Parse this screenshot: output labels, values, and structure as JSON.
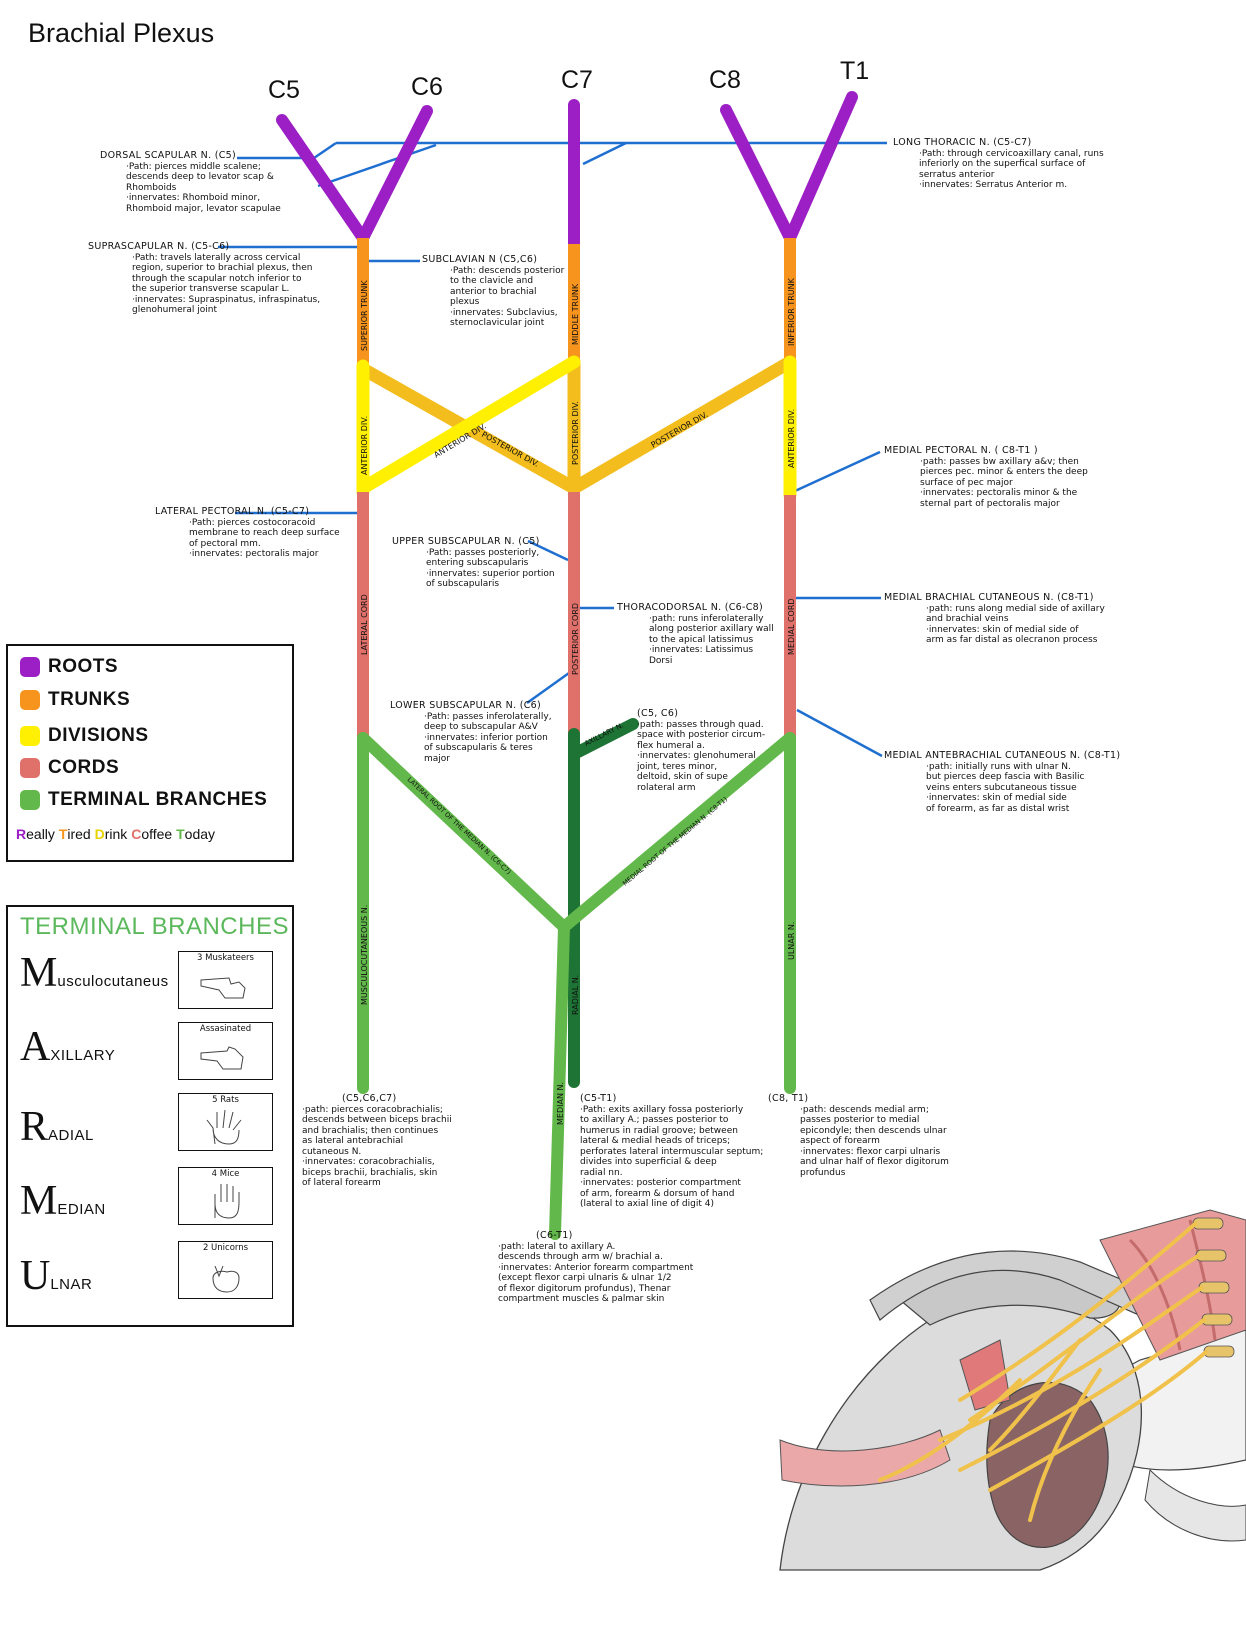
{
  "title": "Brachial Plexus",
  "roots": [
    "C5",
    "C6",
    "C7",
    "C8",
    "T1"
  ],
  "colors": {
    "roots": "#9b1fc4",
    "trunks": "#f7941d",
    "divisions": "#ffef00",
    "posterior_divisions": "#f2bd1d",
    "cords": "#e0706a",
    "terminal": "#62b84a",
    "terminal_dark": "#1d7434",
    "nerve_lines": "#1f6fd1"
  },
  "structure_labels": {
    "superior_trunk": "SUPERIOR TRUNK",
    "middle_trunk": "MIDDLE TRUNK",
    "inferior_trunk": "INFERIOR TRUNK",
    "anterior_div_left": "ANTERIOR DIV.",
    "anterior_div_cross": "ANTERIOR DIV.",
    "posterior_div_left": "POSTERIOR DIV.",
    "posterior_div_mid": "POSTERIOR DIV.",
    "posterior_div_right": "POSTERIOR DIV.",
    "anterior_div_right": "ANTERIOR DIV.",
    "lateral_cord": "LATERAL CORD",
    "posterior_cord": "POSTERIOR CORD",
    "medial_cord": "MEDIAL CORD",
    "axillary_n": "AXILLARY N.",
    "lateral_root": "LATERAL ROOT OF THE MEDIAN N. (C6-C7)",
    "medial_root": "MEDIAL ROOT OF THE MEDIAN N. (C8-T1)",
    "musculocutaneous_n": "MUSCULOCUTANEOUS N.",
    "radial_n": "RADIAL N.",
    "median_n": "MEDIAN N.",
    "ulnar_n": "ULNAR N."
  },
  "notes": {
    "dorsal_scapular": {
      "heading": "DORSAL SCAPULAR N. (C5)",
      "lines": [
        "·Path: pierces middle scalene;",
        "descends deep to levator scap &",
        "Rhomboids",
        "·innervates: Rhomboid minor,",
        "Rhomboid major, levator scapulae"
      ]
    },
    "long_thoracic": {
      "heading": "LONG THORACIC N. (C5-C7)",
      "lines": [
        "·Path: through cervicoaxillary canal, runs",
        "inferiorly on the superfical surface of",
        "serratus anterior",
        "·innervates: Serratus Anterior m."
      ]
    },
    "suprascapular": {
      "heading": "SUPRASCAPULAR N. (C5-C6)",
      "lines": [
        "·Path: travels laterally across cervical",
        "region, superior to brachial plexus, then",
        "through the scapular notch inferior to",
        "the superior transverse scapular L.",
        "·innervates: Supraspinatus, infraspinatus,",
        "glenohumeral joint"
      ]
    },
    "subclavian": {
      "heading": "SUBCLAVIAN N (C5,C6)",
      "lines": [
        "·Path: descends posterior",
        "to the clavicle and",
        "anterior to brachial",
        "plexus",
        "·innervates: Subclavius,",
        "sternoclavicular joint"
      ]
    },
    "medial_pectoral": {
      "heading": "MEDIAL PECTORAL N. ( C8-T1 )",
      "lines": [
        "·path: passes bw axillary a&v; then",
        "pierces pec. minor & enters the deep",
        "surface of pec major",
        "·innervates: pectoralis minor & the",
        "sternal part of pectoralis major"
      ]
    },
    "lateral_pectoral": {
      "heading": "LATERAL PECTORAL N. (C5-C7)",
      "lines": [
        "·Path: pierces costocoracoid",
        "membrane to reach deep surface",
        "of pectoral mm.",
        "·innervates: pectoralis major"
      ]
    },
    "upper_subscapular": {
      "heading": "UPPER SUBSCAPULAR N. (C5)",
      "lines": [
        "·Path: passes posteriorly,",
        "entering subscapularis",
        "·innervates: superior portion",
        "of subscapularis"
      ]
    },
    "thoracodorsal": {
      "heading": "THORACODORSAL N. (C6-C8)",
      "lines": [
        "·path: runs inferolaterally",
        "along posterior axillary wall",
        "to the apical latissimus",
        "·innervates: Latissimus",
        "Dorsi"
      ]
    },
    "medial_brachial": {
      "heading": "MEDIAL BRACHIAL CUTANEOUS N. (C8-T1)",
      "lines": [
        "·path: runs along medial side of axillary",
        "and brachial veins",
        "·innervates: skin of medial side of",
        "arm as far distal as olecranon process"
      ]
    },
    "lower_subscapular": {
      "heading": "LOWER SUBSCAPULAR N. (C6)",
      "lines": [
        "·Path: passes inferolaterally,",
        "deep to subscapular A&V",
        "·innervates: inferior portion",
        "of subscapularis & teres",
        "major"
      ]
    },
    "axillary": {
      "heading": "(C5, C6)",
      "lines": [
        "·path: passes through quad.",
        "space with posterior circum-",
        "flex humeral a.",
        "·innervates: glenohumeral",
        "joint, teres minor,",
        "deltoid, skin of supe",
        "rolateral arm"
      ]
    },
    "medial_antebrachial": {
      "heading": "MEDIAL ANTEBRACHIAL CUTANEOUS N. (C8-T1)",
      "lines": [
        "·path: initially runs with ulnar N.",
        "but pierces deep fascia with Basilic",
        "veins enters subcutaneous tissue",
        "·innervates: skin of medial side",
        "of forearm, as far as distal wrist"
      ]
    },
    "musculocutaneous": {
      "heading": "(C5,C6,C7)",
      "lines": [
        "·path: pierces coracobrachialis;",
        "descends between biceps brachii",
        "and brachialis; then continues",
        "as lateral antebrachial",
        "cutaneous N.",
        "·innervates: coracobrachialis,",
        "biceps brachii, brachialis, skin",
        "of lateral forearm"
      ]
    },
    "radial": {
      "heading": "(C5-T1)",
      "lines": [
        "·Path: exits axillary fossa posteriorly",
        "to axillary A.; passes posterior to",
        "humerus in radial groove; between",
        "lateral & medial heads of triceps;",
        "perforates lateral intermuscular septum;",
        "divides into superficial & deep",
        "radial nn.",
        "·innervates: posterior compartment",
        "of arm, forearm & dorsum of hand",
        "(lateral to axial line of digit 4)"
      ]
    },
    "ulnar": {
      "heading": "(C8, T1)",
      "lines": [
        "·path: descends medial arm;",
        "passes posterior to medial",
        "epicondyle; then descends ulnar",
        "aspect of forearm",
        "·innervates: flexor carpi ulnaris",
        "and ulnar half of flexor digitorum",
        "profundus"
      ]
    },
    "median": {
      "heading": "(C6-T1)",
      "lines": [
        "·path: lateral to axillary A.",
        "descends through arm w/ brachial a.",
        "·innervates: Anterior forearm compartment",
        "(except flexor carpi ulnaris & ulnar 1/2",
        "of flexor digitorum profundus), Thenar",
        "compartment muscles & palmar skin"
      ]
    }
  },
  "legend": {
    "items": [
      {
        "label": "ROOTS",
        "color": "#9b1fc4"
      },
      {
        "label": "TRUNKS",
        "color": "#f7941d"
      },
      {
        "label": "DIVISIONS",
        "color": "#ffef00"
      },
      {
        "label": "CORDS",
        "color": "#e0706a"
      },
      {
        "label": "TERMINAL BRANCHES",
        "color": "#62b84a"
      }
    ],
    "mnemonic": [
      {
        "initial": "R",
        "rest": "eally ",
        "color": "#9b1fc4"
      },
      {
        "initial": "T",
        "rest": "ired ",
        "color": "#f7941d"
      },
      {
        "initial": "D",
        "rest": "rink ",
        "color": "#ffef00"
      },
      {
        "initial": "C",
        "rest": "offee ",
        "color": "#e0706a"
      },
      {
        "initial": "T",
        "rest": "oday",
        "color": "#62b84a"
      }
    ]
  },
  "terminal_branches": {
    "title": "TERMINAL BRANCHES",
    "rows": [
      {
        "initial": "M",
        "rest": "usculocutaneus",
        "caption": "3 Muskateers"
      },
      {
        "initial": "A",
        "rest": "XILLARY",
        "caption": "Assasinated"
      },
      {
        "initial": "R",
        "rest": "ADIAL",
        "caption": "5 Rats"
      },
      {
        "initial": "M",
        "rest": "EDIAN",
        "caption": "4 Mice"
      },
      {
        "initial": "U",
        "rest": "LNAR",
        "caption": "2 Unicorns"
      }
    ]
  }
}
